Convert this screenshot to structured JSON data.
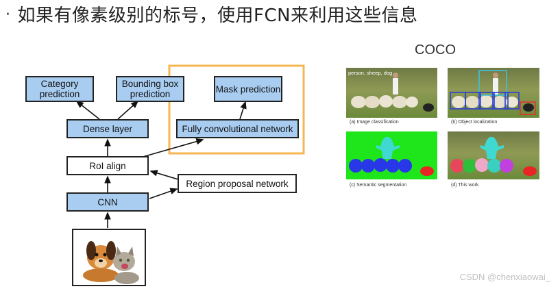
{
  "title": {
    "bullet": "·",
    "text": "如果有像素级别的标号，使用FCN来利用这些信息"
  },
  "diagram": {
    "category_prediction": "Category prediction",
    "bounding_box_prediction": "Bounding box prediction",
    "mask_prediction": "Mask prediction",
    "dense_layer": "Dense layer",
    "fcn": "Fully convolutional network",
    "roi_align": "RoI align",
    "rpn": "Region proposal network",
    "cnn": "CNN",
    "highlight_color": "#f5b750",
    "box_blue": "#a9cdf1"
  },
  "coco": {
    "title": "COCO",
    "panels": [
      {
        "caption": "(a) Image classification",
        "overlay_label": "person, sheep, dog"
      },
      {
        "caption": "(b) Object localization"
      },
      {
        "caption": "(c) Semantic segmentation"
      },
      {
        "caption": "(d) This work"
      }
    ]
  },
  "watermark": "CSDN @chenxiaowai_"
}
